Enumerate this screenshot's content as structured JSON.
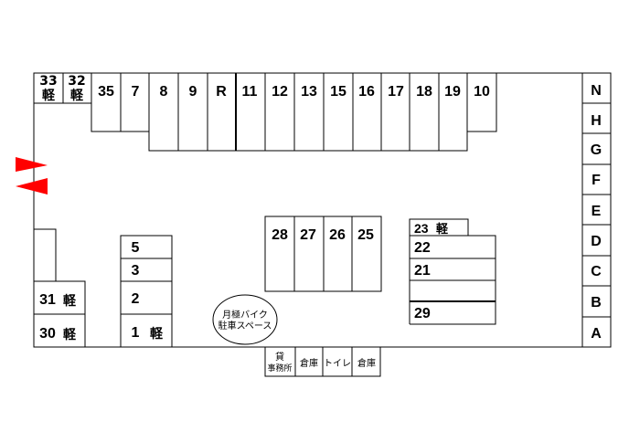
{
  "colors": {
    "line": "#000000",
    "flag": "#ff0000",
    "background": "#ffffff"
  },
  "top_row": [
    {
      "id": "33",
      "sub": "軽"
    },
    {
      "id": "32",
      "sub": "軽"
    },
    {
      "id": "35"
    },
    {
      "id": "7"
    },
    {
      "id": "8"
    },
    {
      "id": "9"
    },
    {
      "id": "R"
    },
    {
      "id": "11"
    },
    {
      "id": "12"
    },
    {
      "id": "13"
    },
    {
      "id": "15"
    },
    {
      "id": "16"
    },
    {
      "id": "17"
    },
    {
      "id": "18"
    },
    {
      "id": "19"
    },
    {
      "id": "10"
    }
  ],
  "right_column": [
    "N",
    "H",
    "G",
    "F",
    "E",
    "D",
    "C",
    "B",
    "A"
  ],
  "center_block": [
    "28",
    "27",
    "26",
    "25"
  ],
  "left_block": {
    "s5": "5",
    "s3": "3",
    "s2": "2",
    "s1": "1",
    "s1_sub": "軽"
  },
  "left_edge": {
    "s31": "31",
    "s31_sub": "軽",
    "s30": "30",
    "s30_sub": "軽"
  },
  "right_block": {
    "s23": "23",
    "s23_sub": "軽",
    "s22": "22",
    "s21": "21",
    "s29": "29"
  },
  "bike_area": {
    "line1": "月極バイク",
    "line2": "駐車スペース"
  },
  "bottom_rooms": {
    "office_line1": "貸",
    "office_line2": "事務所",
    "storage1": "倉庫",
    "toilet": "トイレ",
    "storage2": "倉庫"
  },
  "entrance_flags": 2
}
